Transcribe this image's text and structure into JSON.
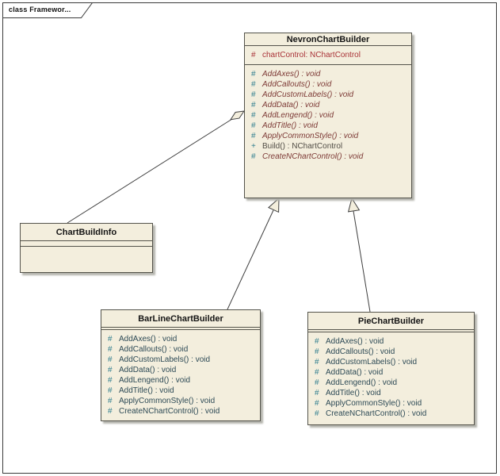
{
  "frame": {
    "label": "class Framewor..."
  },
  "colors": {
    "class_fill": "#f3eedd",
    "class_border": "#54534b",
    "connector": "#3f3f3f",
    "shadow": "#b4b4ad",
    "title_text": "#141414",
    "attribute_text": "#a93237",
    "abstract_operation_text": "#7d3a36",
    "concrete_operation_text": "#514d46",
    "child_operation_text": "#2d4a56",
    "visibility_symbol": "#2e7d8e"
  },
  "classes": {
    "nevron": {
      "name": "NevronChartBuilder",
      "attributes": [
        {
          "vis": "#",
          "text": "chartControl: NChartControl"
        }
      ],
      "operations": [
        {
          "vis": "#",
          "text": "AddAxes() : void"
        },
        {
          "vis": "#",
          "text": "AddCallouts() : void"
        },
        {
          "vis": "#",
          "text": "AddCustomLabels() : void"
        },
        {
          "vis": "#",
          "text": "AddData() : void"
        },
        {
          "vis": "#",
          "text": "AddLengend() : void"
        },
        {
          "vis": "#",
          "text": "AddTitle() : void"
        },
        {
          "vis": "#",
          "text": "ApplyCommonStyle() : void"
        },
        {
          "vis": "+",
          "text": "Build() : NChartControl"
        },
        {
          "vis": "#",
          "text": "CreateNChartControl() : void"
        }
      ]
    },
    "chartbuildinfo": {
      "name": "ChartBuildInfo",
      "attributes": [],
      "operations": []
    },
    "barline": {
      "name": "BarLineChartBuilder",
      "operations": [
        {
          "vis": "#",
          "text": "AddAxes() : void"
        },
        {
          "vis": "#",
          "text": "AddCallouts() : void"
        },
        {
          "vis": "#",
          "text": "AddCustomLabels() : void"
        },
        {
          "vis": "#",
          "text": "AddData() : void"
        },
        {
          "vis": "#",
          "text": "AddLengend() : void"
        },
        {
          "vis": "#",
          "text": "AddTitle() : void"
        },
        {
          "vis": "#",
          "text": "ApplyCommonStyle() : void"
        },
        {
          "vis": "#",
          "text": "CreateNChartControl() : void"
        }
      ]
    },
    "pie": {
      "name": "PieChartBuilder",
      "operations": [
        {
          "vis": "#",
          "text": "AddAxes() : void"
        },
        {
          "vis": "#",
          "text": "AddCallouts() : void"
        },
        {
          "vis": "#",
          "text": "AddCustomLabels() : void"
        },
        {
          "vis": "#",
          "text": "AddData() : void"
        },
        {
          "vis": "#",
          "text": "AddLengend() : void"
        },
        {
          "vis": "#",
          "text": "AddTitle() : void"
        },
        {
          "vis": "#",
          "text": "ApplyCommonStyle() : void"
        },
        {
          "vis": "#",
          "text": "CreateNChartControl() : void"
        }
      ]
    }
  },
  "relationships": [
    {
      "type": "aggregation",
      "source": "ChartBuildInfo",
      "target": "NevronChartBuilder"
    },
    {
      "type": "generalization",
      "source": "BarLineChartBuilder",
      "target": "NevronChartBuilder"
    },
    {
      "type": "generalization",
      "source": "PieChartBuilder",
      "target": "NevronChartBuilder"
    }
  ]
}
